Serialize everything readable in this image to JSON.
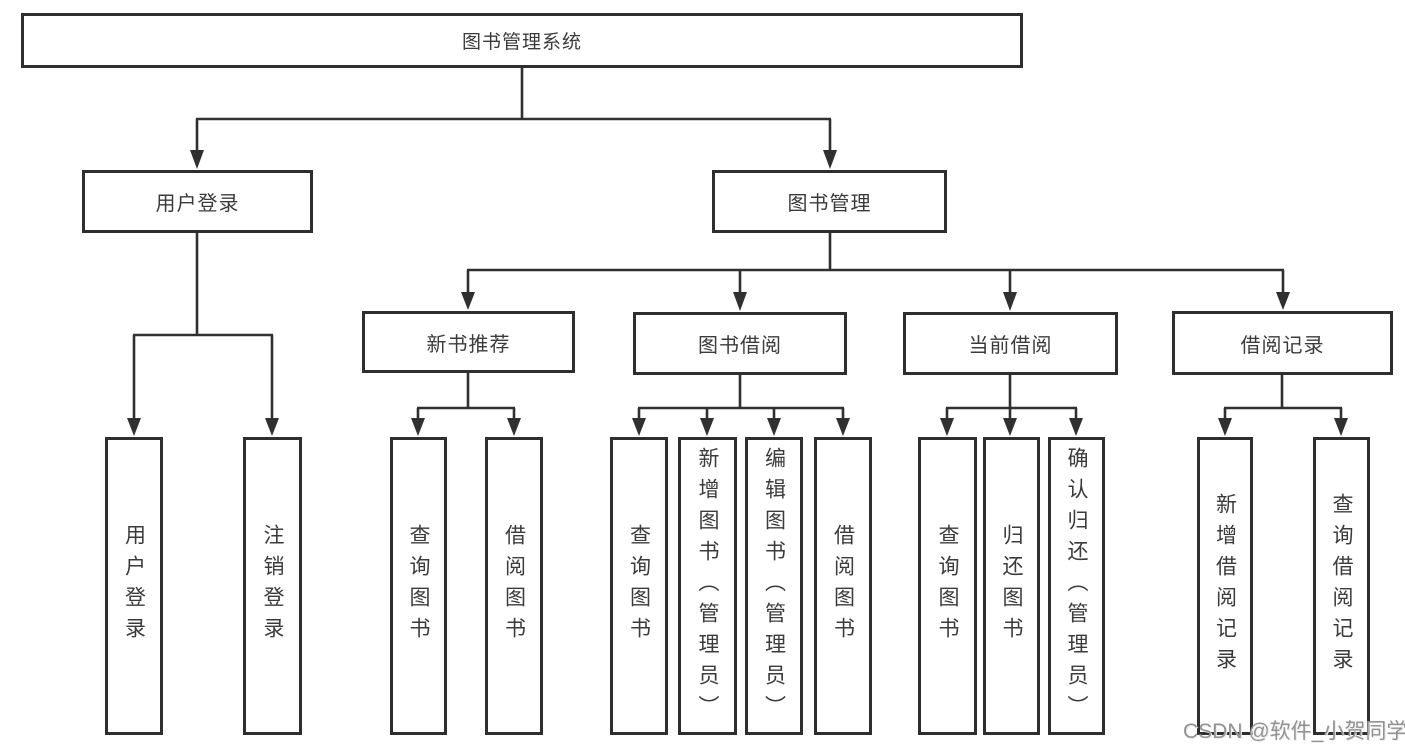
{
  "diagram_title": "图书管理系统",
  "tree": {
    "root": {
      "label": "图书管理系统",
      "children": [
        {
          "label": "用户登录",
          "children": [
            {
              "label": "用户登录"
            },
            {
              "label": "注销登录"
            }
          ]
        },
        {
          "label": "图书管理",
          "children": [
            {
              "label": "新书推荐",
              "children": [
                {
                  "label": "查询图书"
                },
                {
                  "label": "借阅图书"
                }
              ]
            },
            {
              "label": "图书借阅",
              "children": [
                {
                  "label": "查询图书"
                },
                {
                  "label": "新增图书（管理员）"
                },
                {
                  "label": "编辑图书（管理员）"
                },
                {
                  "label": "借阅图书"
                }
              ]
            },
            {
              "label": "当前借阅",
              "children": [
                {
                  "label": "查询图书"
                },
                {
                  "label": "归还图书"
                },
                {
                  "label": "确认归还（管理员）"
                }
              ]
            },
            {
              "label": "借阅记录",
              "children": [
                {
                  "label": "新增借阅记录"
                },
                {
                  "label": "查询借阅记录"
                }
              ]
            }
          ]
        }
      ]
    }
  },
  "watermark": {
    "text": "CSDN @软件_小贺同学"
  },
  "colors": {
    "line": "#303030",
    "box_border": "#2e2e2e",
    "text": "#3b3b3b",
    "watermark": "#929292",
    "background": "#ffffff"
  }
}
